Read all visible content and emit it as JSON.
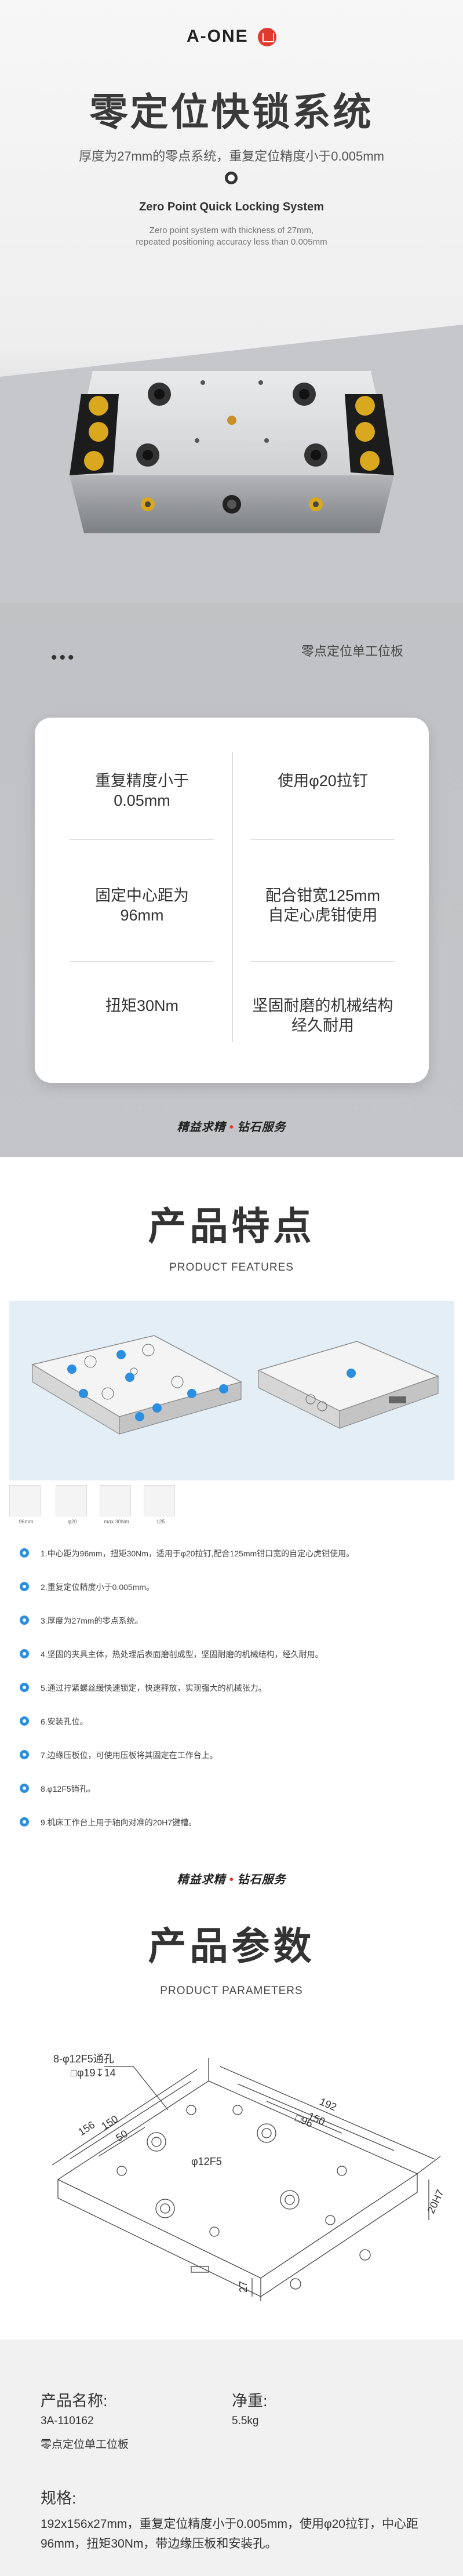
{
  "hero": {
    "brand": "A-ONE",
    "title": "零定位快锁系统",
    "subtitle": "厚度为27mm的零点系统，重复定位精度小于0.005mm",
    "en_title": "Zero Point Quick Locking System",
    "en_desc_1": "Zero point system with thickness of 27mm,",
    "en_desc_2": "repeated positioning accuracy less than 0.005mm",
    "ellipsis": "•••",
    "product_tag": "零点定位单工位板"
  },
  "spec_card": {
    "cells": [
      {
        "line1": "重复精度小于",
        "line2": "0.05mm"
      },
      {
        "line1": "使用φ20拉钉",
        "line2": ""
      },
      {
        "line1": "固定中心距为",
        "line2": "96mm"
      },
      {
        "line1": "配合钳宽125mm",
        "line2": "自定心虎钳使用"
      },
      {
        "line1": "扭矩30Nm",
        "line2": ""
      },
      {
        "line1": "坚固耐磨的机械结构",
        "line2": "经久耐用"
      }
    ]
  },
  "slogan": {
    "left": "精益求精",
    "sep": "•",
    "right": "钻石服务"
  },
  "features": {
    "title": "产品特点",
    "en": "PRODUCT FEATURES",
    "thumbs": [
      "96mm",
      "φ20",
      "max 30Nm",
      "125"
    ],
    "items": [
      "1.中心距为96mm，扭矩30Nm，适用于φ20拉钉,配合125mm钳口宽的自定心虎钳使用。",
      "2.重复定位精度小于0.005mm。",
      "3.厚度为27mm的零点系统。",
      "4.坚固的夹具主体，热处理后表面磨削成型，坚固耐磨的机械结构，经久耐用。",
      "5.通过拧紧螺丝缓快速锁定，快速释放，实现强大的机械张力。",
      "6.安装孔位。",
      "7.边缘压板位，可使用压板将其固定在工作台上。",
      "8.φ12F5销孔。",
      "9.机床工作台上用于轴向对准的20H7键槽。"
    ]
  },
  "params": {
    "title": "产品参数",
    "en": "PRODUCT PARAMETERS",
    "drawing": {
      "hole_note_1": "8-φ12F5通孔",
      "hole_note_2": "□φ19↧14",
      "dim_192": "192",
      "dim_150_top": "150",
      "dim_96_top": "□96",
      "dim_156": "156",
      "dim_150_left": "150",
      "dim_50": "50",
      "dim_12": "φ12F5",
      "dim_20h7": "20H7",
      "dim_27": "27"
    },
    "name_label": "产品名称:",
    "name_code": "3A-110162",
    "name_value": "零点定位单工位板",
    "weight_label": "净重:",
    "weight_value": "5.5kg",
    "spec_label": "规格:",
    "spec_text": "192x156x27mm，重复定位精度小于0.005mm，使用φ20拉钉，中心距96mm，扭矩30Nm，带边缘压板和安装孔。"
  },
  "colors": {
    "accent_blue": "#2a8fe0",
    "brand_red": "#e03a2e",
    "gold": "#d9a81e"
  }
}
